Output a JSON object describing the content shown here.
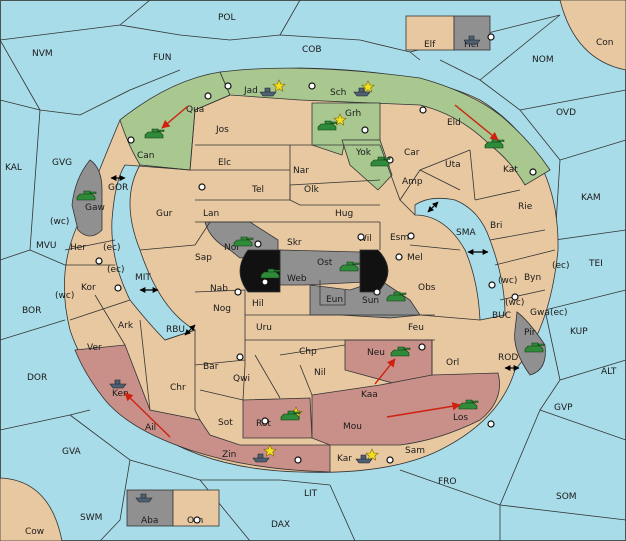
{
  "colors": {
    "sea": "#a8dce8",
    "land": "#e8c8a0",
    "green": "#a8c890",
    "red": "#c89088",
    "grey": "#909090",
    "arrow": "#d02010",
    "tank": "#2f8a3a",
    "ship": "#405060"
  },
  "labels": {
    "POL": "POL",
    "NVM": "NVM",
    "FUN": "FUN",
    "COB": "COB",
    "NOM": "NOM",
    "Con": "Con",
    "Elf": "Elf",
    "Hel": "Hel",
    "OVD": "OVD",
    "KAL": "KAL",
    "GVG": "GVG",
    "GOR": "GOR",
    "MVU": "MVU",
    "BOR": "BOR",
    "MIT": "MIT",
    "RBU": "RBU",
    "DOR": "DOR",
    "GVA": "GVA",
    "SWM": "SWM",
    "Cow": "Cow",
    "Aba": "Aba",
    "Orn": "Orn",
    "LIT": "LIT",
    "DAX": "DAX",
    "FRO": "FRO",
    "SOM": "SOM",
    "GVP": "GVP",
    "ALT": "ALT",
    "KUP": "KUP",
    "TEI": "TEI",
    "KAM": "KAM",
    "SMA": "SMA",
    "BUC": "BUC",
    "ROD": "ROD",
    "Jad": "Jad",
    "Sch": "Sch",
    "Qua": "Qua",
    "Can": "Can",
    "Jos": "Jos",
    "Grh": "Grh",
    "Eld": "Eld",
    "Yok": "Yok",
    "Car": "Car",
    "Uta": "Uta",
    "Kat": "Kat",
    "Elc": "Elc",
    "Nar": "Nar",
    "Amp": "Amp",
    "Tel": "Tel",
    "Olk": "Olk",
    "Gaw": "Gaw",
    "Gur": "Gur",
    "Lan": "Lan",
    "Hug": "Hug",
    "Rie": "Rie",
    "Bri": "Bri",
    "Wil": "Wil",
    "Esm": "Esm",
    "Nor": "Nor",
    "Skr": "Skr",
    "Ost": "Ost",
    "Her": "Her",
    "Sap": "Sap",
    "Web": "Web",
    "Mel": "Mel",
    "Byn": "Byn",
    "Kor": "Kor",
    "Nab": "Nab",
    "Eun": "Eun",
    "Sun": "Sun",
    "Obs": "Obs",
    "Gwa": "Gwa",
    "Hil": "Hil",
    "Nog": "Nog",
    "Ark": "Ark",
    "Uru": "Uru",
    "Feu": "Feu",
    "Pir": "Pir",
    "Ver": "Ver",
    "Chp": "Chp",
    "Neu": "Neu",
    "Bar": "Bar",
    "Orl": "Orl",
    "Qwi": "Qwi",
    "Nil": "Nil",
    "Ken": "Ken",
    "Chr": "Chr",
    "Kaa": "Kaa",
    "Ail": "Ail",
    "Sot": "Sot",
    "Rot": "Rot",
    "Mou": "Mou",
    "Los": "Los",
    "Zin": "Zin",
    "Kar": "Kar",
    "Sam": "Sam",
    "wc": "(wc)",
    "ec": "(ec)"
  },
  "units": {
    "tank": "tank",
    "ship": "ship"
  },
  "icons": {
    "center": "supply-center-icon",
    "star": "home-star-icon",
    "tank": "army-icon",
    "ship": "fleet-icon",
    "arrow": "move-order-arrow",
    "double": "double-arrow-icon"
  }
}
